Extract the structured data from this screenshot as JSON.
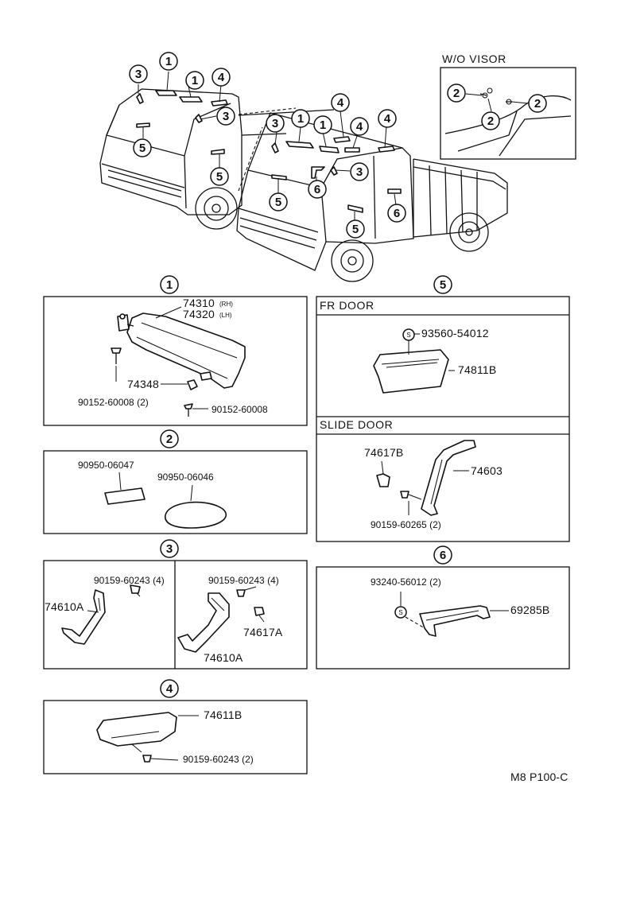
{
  "callouts": {
    "n1": "1",
    "n2": "2",
    "n3": "3",
    "n4": "4",
    "n5": "5",
    "n6": "6",
    "S": "S"
  },
  "wo_visor": {
    "title": "W/O VISOR"
  },
  "sec1": {
    "part_rh": "74310",
    "rh": "(RH)",
    "part_lh": "74320",
    "lh": "(LH)",
    "clip": "74348",
    "screw_a": "90152-60008 (2)",
    "screw_b": "90152-60008"
  },
  "sec2": {
    "cover_a": "90950-06047",
    "cover_b": "90950-06046"
  },
  "sec3": {
    "screw_left": "90159-60243 (4)",
    "grip_left": "74610A",
    "screw_right": "90159-60243 (4)",
    "cap": "74617A",
    "grip_right": "74610A"
  },
  "sec4": {
    "grip": "74611B",
    "screw": "90159-60243 (2)"
  },
  "sec5": {
    "fr_door": "FR DOOR",
    "screw": "93560-54012",
    "pocket": "74811B",
    "slide_door": "SLIDE DOOR",
    "cap": "74617B",
    "handle": "74603",
    "screw2": "90159-60265 (2)"
  },
  "sec6": {
    "screw": "93240-56012 (2)",
    "grip": "69285B"
  },
  "footer": {
    "code": "M8 P100-C"
  }
}
